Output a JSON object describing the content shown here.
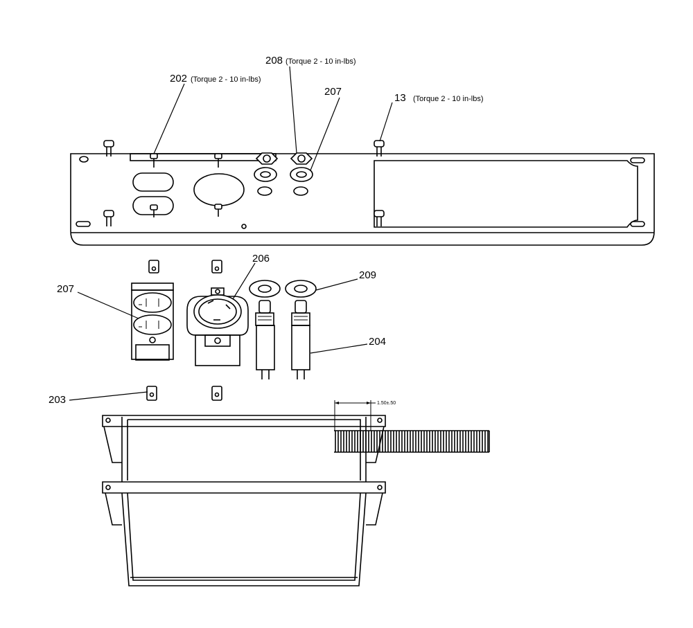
{
  "callouts": {
    "c202": {
      "number": "202",
      "note": "(Torque 2 - 10 in-lbs)"
    },
    "c208": {
      "number": "208",
      "note": "(Torque 2 - 10 in-lbs)"
    },
    "c207_top": {
      "number": "207",
      "note": ""
    },
    "c13": {
      "number": "13",
      "note": "(Torque 2 - 10 in-lbs)"
    },
    "c206": {
      "number": "206",
      "note": ""
    },
    "c209": {
      "number": "209",
      "note": ""
    },
    "c207_left": {
      "number": "207",
      "note": ""
    },
    "c204": {
      "number": "204",
      "note": ""
    },
    "c203": {
      "number": "203",
      "note": ""
    }
  },
  "dimension": {
    "label": "1.50±.50"
  }
}
